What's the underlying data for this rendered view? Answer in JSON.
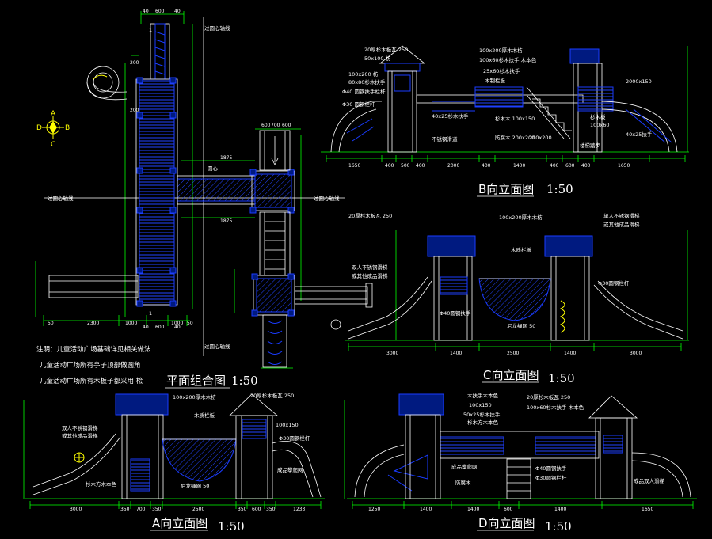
{
  "plan": {
    "title": "平面组合图",
    "scale": "1:50",
    "axis_labels": [
      "过圆心轴线",
      "过圆心轴线",
      "过圆心轴线",
      "过圆心轴线"
    ],
    "label_center": "圆心",
    "section_marks": [
      "1",
      "1"
    ],
    "dims_top": [
      "40",
      "600",
      "40"
    ],
    "dims_bottom": [
      "40",
      "600",
      "40"
    ],
    "dims_bottom_right": [
      "600",
      "700",
      "600"
    ],
    "dims_horizontal": [
      "50",
      "2300",
      "1000",
      "1000",
      "50"
    ],
    "dims_middle": [
      "1875",
      "1875"
    ],
    "dims_left": [
      "200",
      "200"
    ]
  },
  "compass": {
    "north": "A",
    "west": "D",
    "east": "B",
    "south": "C"
  },
  "notes": [
    "注明：儿童活动广场基础详见相关做法",
    "儿童活动广场所有亭子顶部做圆角",
    "儿童活动广场所有木板子都采用 桧"
  ],
  "elevations": {
    "b": {
      "title": "B向立面图",
      "scale": "1:50",
      "labels": [
        "20厚杉木板瓦 250",
        "50x100 枋",
        "100x200 枋",
        "80x80杉木扶手",
        "Φ40 圆钢扶手栏杆",
        "Φ30 圆钢栏杆",
        "100x200厚木木枋",
        "100x60杉木扶手 木本色",
        "25x60杉木扶手",
        "木制栏板",
        "40x25杉木扶手",
        "2000x150",
        "不锈钢滑道",
        "杉木木 100x150",
        "防腐木 200x200",
        "200x200",
        "100x60",
        "楼梯踏步",
        "杉木板",
        "40x25扶手"
      ],
      "dims": [
        "1650",
        "400",
        "500",
        "400",
        "2000",
        "400",
        "1400",
        "400",
        "600",
        "400",
        "1650"
      ]
    },
    "c": {
      "title": "C向立面图",
      "scale": "1:50",
      "labels": [
        "20厚杉木板瓦 250",
        "100x200厚木木枋",
        "单人不锈钢滑梯",
        "或其他成品滑梯",
        "木质栏板",
        "双人不锈钢滑梯",
        "或其他成品滑梯",
        "Φ30圆钢栏杆",
        "Φ40圆钢扶手",
        "尼龙绳网 50"
      ],
      "dims": [
        "3000",
        "1400",
        "2500",
        "1400",
        "3000"
      ]
    },
    "a": {
      "title": "A向立面图",
      "scale": "1:50",
      "labels": [
        "100x200厚木木枋",
        "20厚杉木板瓦 250",
        "双人不锈钢滑梯",
        "或其他成品滑梯",
        "木质栏板",
        "100x150",
        "Φ30圆钢栏杆",
        "杉木方木本色",
        "尼龙绳网 50",
        "成品攀爬网"
      ],
      "dims": [
        "3000",
        "350",
        "700",
        "350",
        "2500",
        "350",
        "600",
        "350",
        "1233"
      ]
    },
    "d": {
      "title": "D向立面图",
      "scale": "1:50",
      "labels": [
        "木扶手木本色",
        "100x150",
        "50x25杉木扶手",
        "杉木方木本色",
        "20厚杉木板瓦 250",
        "100x60杉木扶手 木本色",
        "Φ40圆钢扶手",
        "Φ30圆钢栏杆",
        "成品攀爬网",
        "成品双人滑梯",
        "防腐木"
      ],
      "dims": [
        "1250",
        "1400",
        "1400",
        "600",
        "1400",
        "1650"
      ]
    }
  }
}
